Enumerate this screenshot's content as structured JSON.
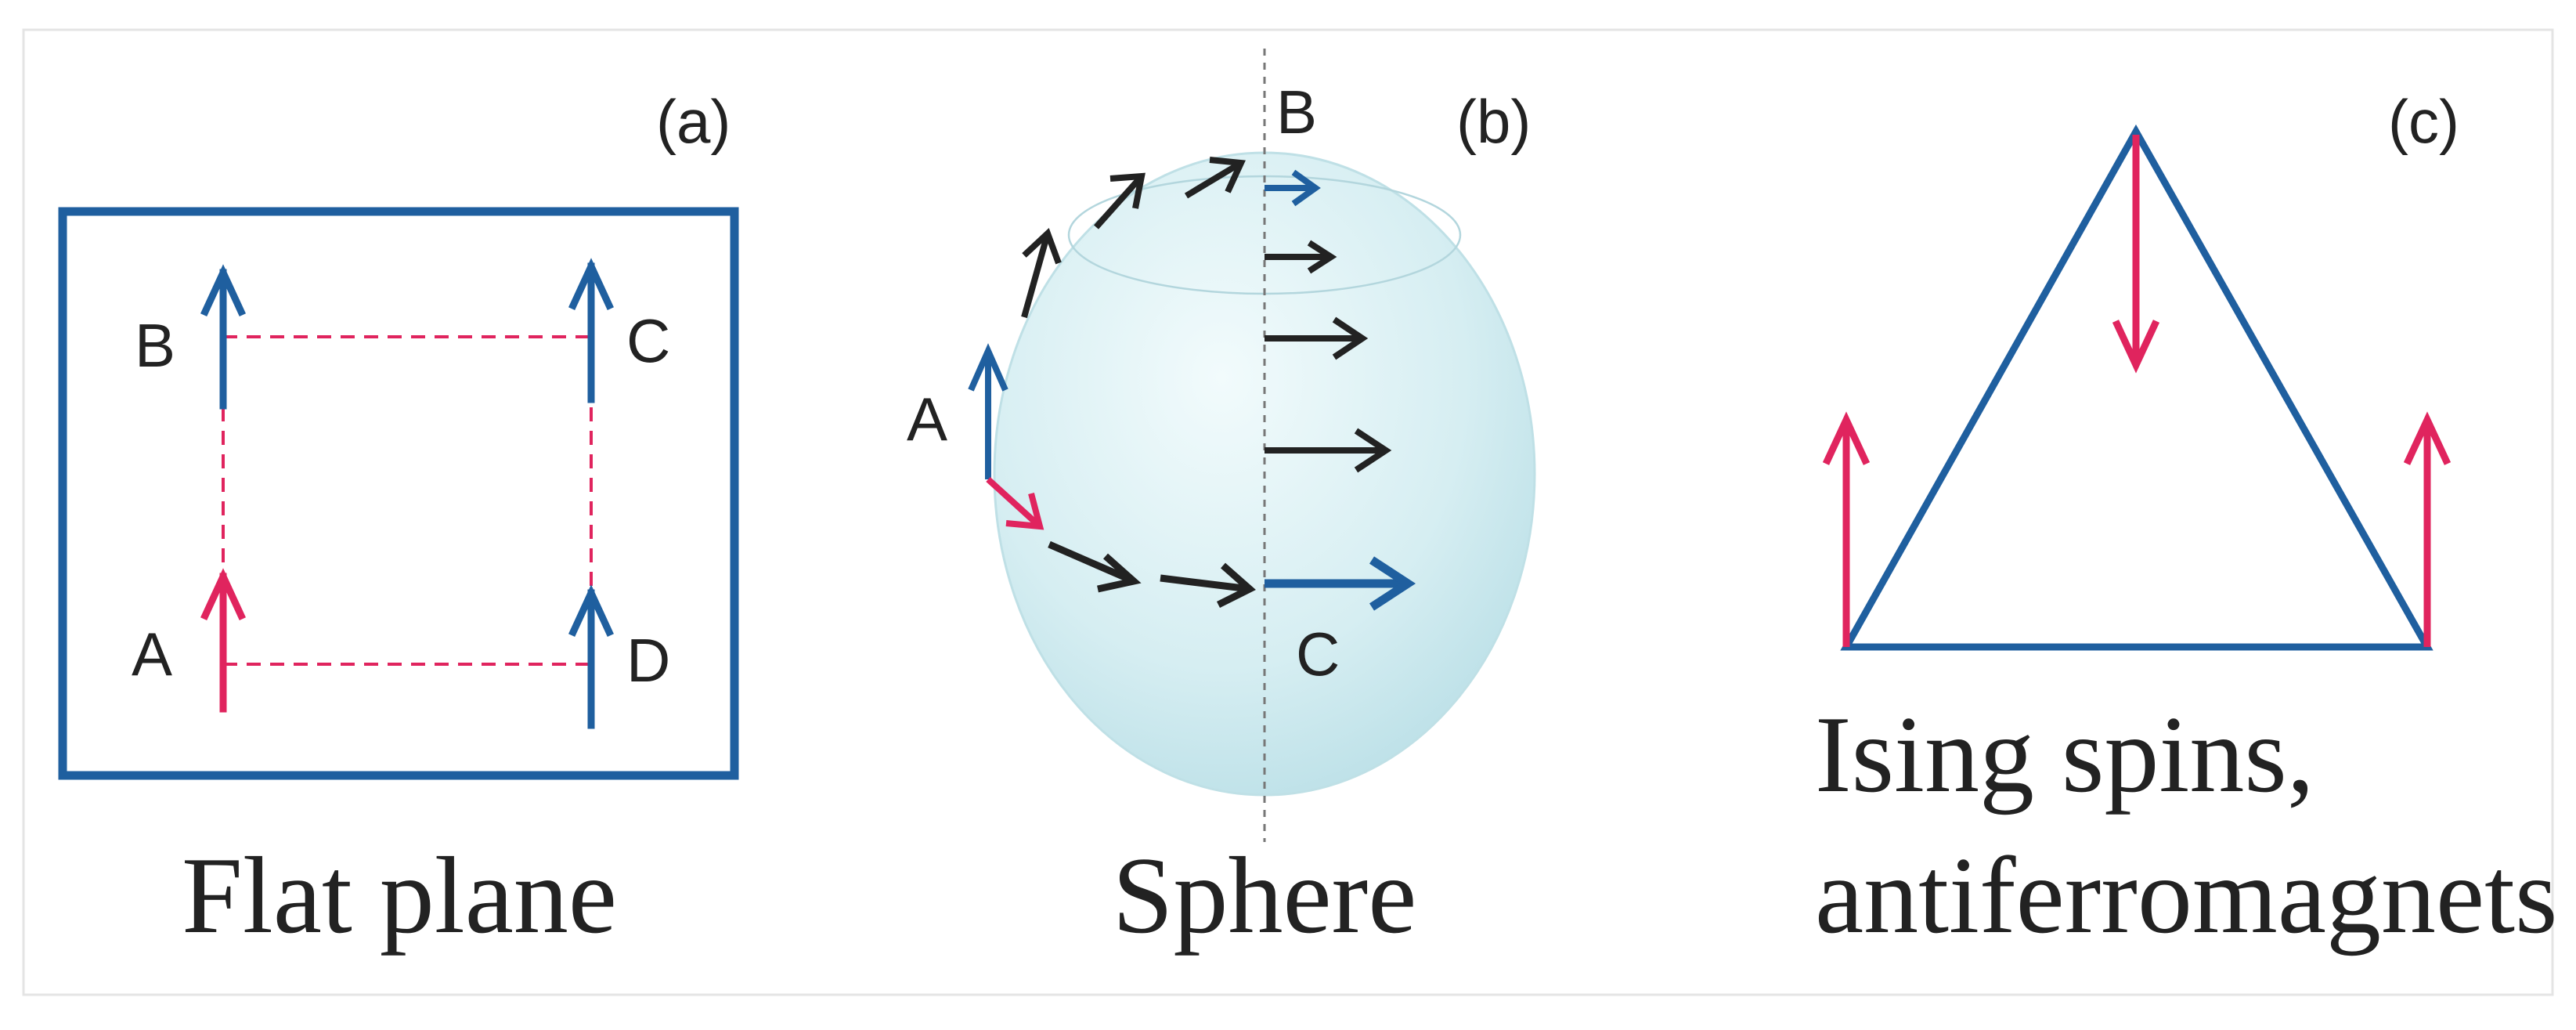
{
  "colors": {
    "blue": "#1f5f9f",
    "red": "#e0245e",
    "black": "#222222",
    "sphere": "#cfe9ee"
  },
  "panels": {
    "a": {
      "tag": "(a)",
      "caption": "Flat plane",
      "points": [
        "A",
        "B",
        "C",
        "D"
      ]
    },
    "b": {
      "tag": "(b)",
      "caption": "Sphere",
      "points": [
        "A",
        "B",
        "C"
      ]
    },
    "c": {
      "tag": "(c)",
      "caption_line1": "Ising spins,",
      "caption_line2": "antiferromagnets"
    }
  }
}
